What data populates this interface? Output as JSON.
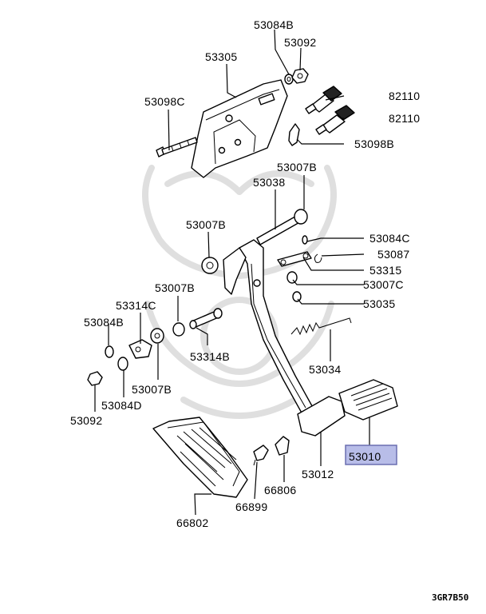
{
  "callouts": [
    {
      "id": "53084B_top",
      "text": "53084B"
    },
    {
      "id": "53092_top",
      "text": "53092"
    },
    {
      "id": "53305",
      "text": "53305"
    },
    {
      "id": "82110_a",
      "text": "82110"
    },
    {
      "id": "82110_b",
      "text": "82110"
    },
    {
      "id": "53098C",
      "text": "53098C"
    },
    {
      "id": "53098B",
      "text": "53098B"
    },
    {
      "id": "53007B_a",
      "text": "53007B"
    },
    {
      "id": "53038",
      "text": "53038"
    },
    {
      "id": "53007B_b",
      "text": "53007B"
    },
    {
      "id": "53084C",
      "text": "53084C"
    },
    {
      "id": "53087",
      "text": "53087"
    },
    {
      "id": "53315",
      "text": "53315"
    },
    {
      "id": "53007C",
      "text": "53007C"
    },
    {
      "id": "53007B_c",
      "text": "53007B"
    },
    {
      "id": "53314C",
      "text": "53314C"
    },
    {
      "id": "53035",
      "text": "53035"
    },
    {
      "id": "53084B_mid",
      "text": "53084B"
    },
    {
      "id": "53314B",
      "text": "53314B"
    },
    {
      "id": "53034",
      "text": "53034"
    },
    {
      "id": "53007B_d",
      "text": "53007B"
    },
    {
      "id": "53084D",
      "text": "53084D"
    },
    {
      "id": "53092_bot",
      "text": "53092"
    },
    {
      "id": "53010",
      "text": "53010"
    },
    {
      "id": "53012",
      "text": "53012"
    },
    {
      "id": "66806",
      "text": "66806"
    },
    {
      "id": "66899",
      "text": "66899"
    },
    {
      "id": "66802",
      "text": "66802"
    }
  ],
  "highlight_part": "53010",
  "diagram_code": "3GR7B50",
  "colors": {
    "highlight_fill": "#b8bde8",
    "line": "#000000",
    "watermark": "#dcdcdc"
  }
}
